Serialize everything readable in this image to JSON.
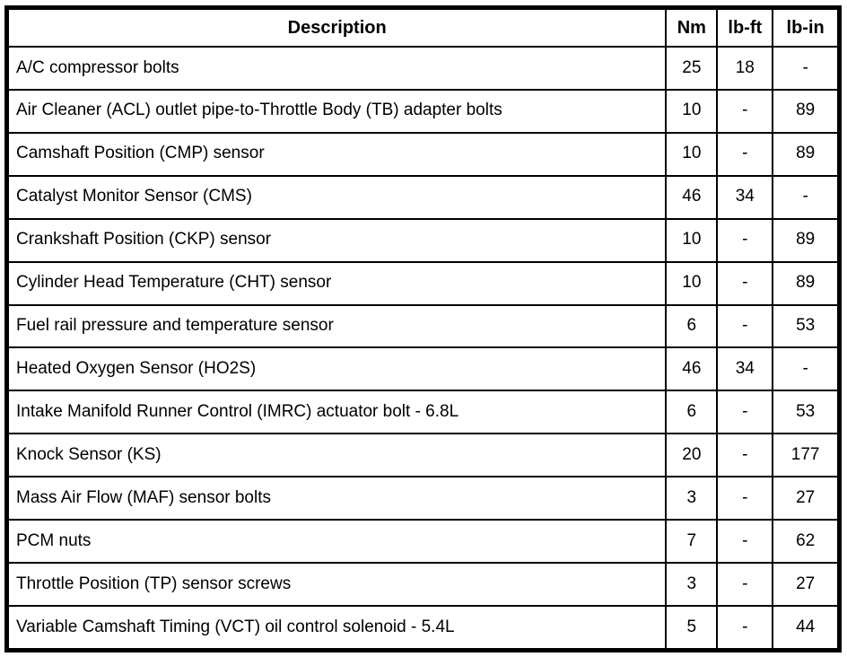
{
  "table": {
    "columns": {
      "description": "Description",
      "nm": "Nm",
      "lbft": "lb-ft",
      "lbin": "lb-in"
    },
    "rows": [
      {
        "description": "A/C compressor bolts",
        "nm": "25",
        "lbft": "18",
        "lbin": "-"
      },
      {
        "description": "Air Cleaner (ACL) outlet pipe-to-Throttle Body (TB) adapter bolts",
        "nm": "10",
        "lbft": "-",
        "lbin": "89"
      },
      {
        "description": "Camshaft Position (CMP) sensor",
        "nm": "10",
        "lbft": "-",
        "lbin": "89"
      },
      {
        "description": "Catalyst Monitor Sensor (CMS)",
        "nm": "46",
        "lbft": "34",
        "lbin": "-"
      },
      {
        "description": "Crankshaft Position (CKP) sensor",
        "nm": "10",
        "lbft": "-",
        "lbin": "89"
      },
      {
        "description": "Cylinder Head Temperature (CHT) sensor",
        "nm": "10",
        "lbft": "-",
        "lbin": "89"
      },
      {
        "description": "Fuel rail pressure and temperature sensor",
        "nm": "6",
        "lbft": "-",
        "lbin": "53"
      },
      {
        "description": "Heated Oxygen Sensor (HO2S)",
        "nm": "46",
        "lbft": "34",
        "lbin": "-"
      },
      {
        "description": "Intake Manifold Runner Control (IMRC) actuator bolt - 6.8L",
        "nm": "6",
        "lbft": "-",
        "lbin": "53"
      },
      {
        "description": "Knock Sensor (KS)",
        "nm": "20",
        "lbft": "-",
        "lbin": "177"
      },
      {
        "description": "Mass Air Flow (MAF) sensor bolts",
        "nm": "3",
        "lbft": "-",
        "lbin": "27"
      },
      {
        "description": "PCM nuts",
        "nm": "7",
        "lbft": "-",
        "lbin": "62"
      },
      {
        "description": "Throttle Position (TP) sensor screws",
        "nm": "3",
        "lbft": "-",
        "lbin": "27"
      },
      {
        "description": "Variable Camshaft Timing (VCT) oil control solenoid - 5.4L",
        "nm": "5",
        "lbft": "-",
        "lbin": "44"
      }
    ]
  }
}
